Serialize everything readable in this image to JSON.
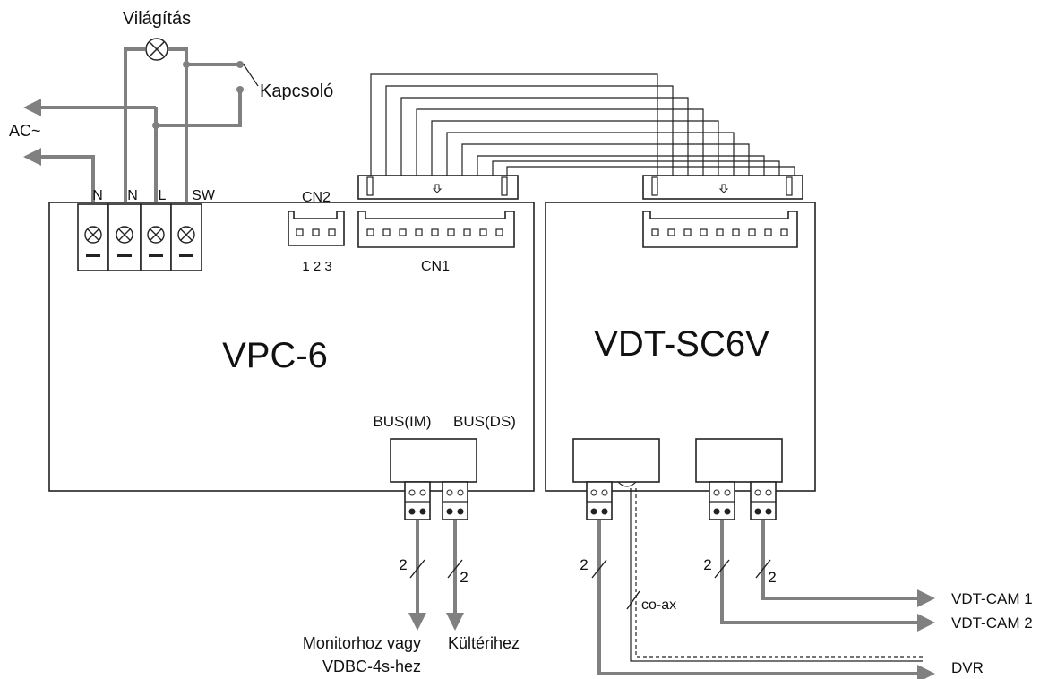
{
  "devices": {
    "left": "VPC-6",
    "right": "VDT-SC6V"
  },
  "labels": {
    "lighting": "Világítás",
    "switch": "Kapcsoló",
    "ac": "AC~",
    "terminal_n1": "N",
    "terminal_n2": "N",
    "terminal_l": "L",
    "terminal_sw": "SW",
    "cn2": "CN2",
    "cn2_pins": "1 2 3",
    "cn1": "CN1",
    "bus_im": "BUS(IM)",
    "bus_ds": "BUS(DS)",
    "monitor_line1": "Monitorhoz vagy",
    "monitor_line2": "VDBC-4s-hez",
    "outdoor": "Kültérihez",
    "coax": "co-ax",
    "cam1": "VDT-CAM 1",
    "cam2": "VDT-CAM 2",
    "dvr": "DVR",
    "wire_count": "2"
  },
  "colors": {
    "wire_gray": "#808080",
    "outline": "#222222"
  }
}
